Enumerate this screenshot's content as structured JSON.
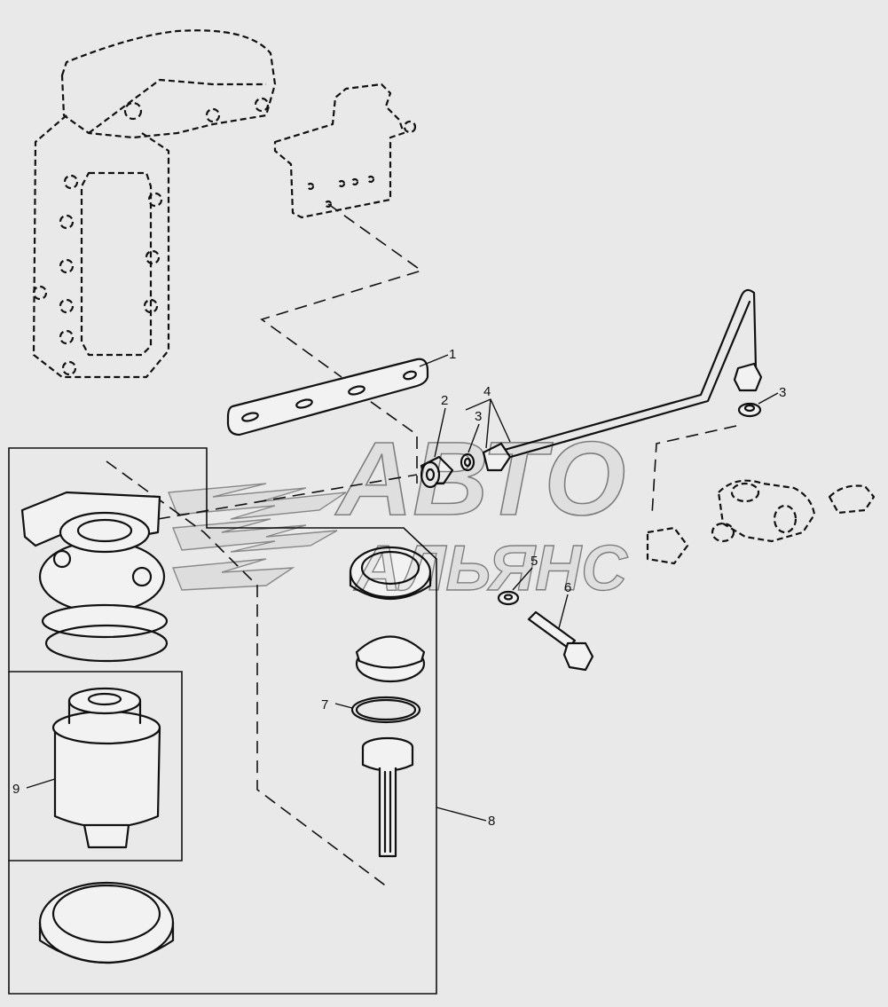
{
  "callouts": {
    "c1": "1",
    "c2": "2",
    "c3a": "3",
    "c3b": "3",
    "c4": "4",
    "c5": "5",
    "c6": "6",
    "c7": "7",
    "c8": "8",
    "c9": "9"
  },
  "watermark": {
    "line1": "АВТО",
    "line2": "АЛЬЯНС"
  }
}
